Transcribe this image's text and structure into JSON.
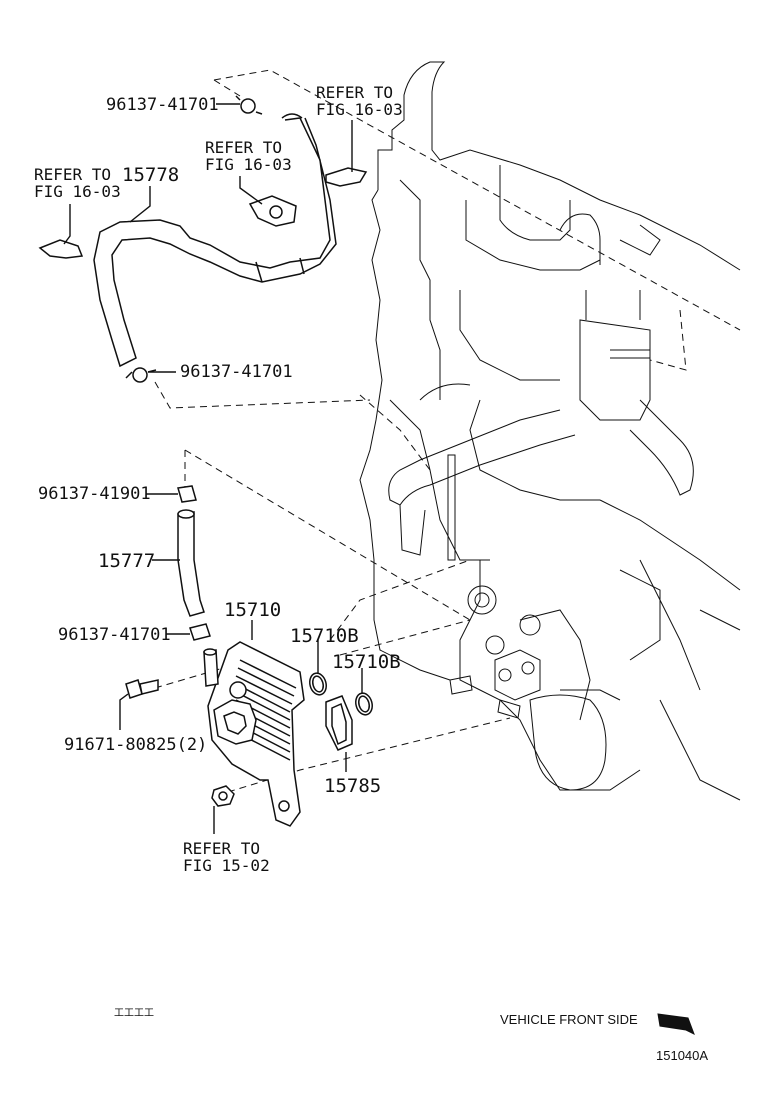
{
  "diagram": {
    "engine_refs": {
      "top_right": [
        "REFER TO",
        "FIG 16-03"
      ],
      "top_middle": [
        "REFER TO",
        "FIG 16-03"
      ],
      "left": [
        "REFER TO",
        "FIG 16-03"
      ],
      "bottom": [
        "REFER TO",
        "FIG 15-02"
      ]
    },
    "part_numbers": {
      "clamp_top": "96137-41701",
      "hose_upper": "15778",
      "clamp_mid": "96137-41701",
      "clamp_lower": "96137-41901",
      "hose_lower": "15777",
      "clamp_bottom": "96137-41701",
      "oil_cooler": "15710",
      "o_ring_1": "15710B",
      "o_ring_2": "15710B",
      "gasket": "15785",
      "bolt": "91671-80825(2)"
    },
    "footer": {
      "small_mark": "工工工工",
      "direction_label": "VEHICLE FRONT SIDE",
      "figure_code": "151040A"
    }
  }
}
